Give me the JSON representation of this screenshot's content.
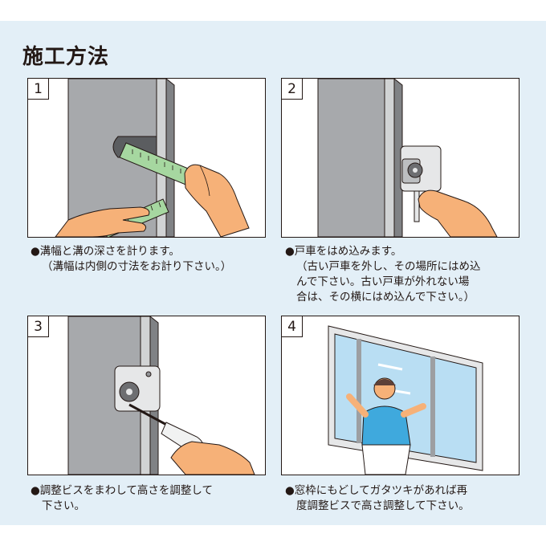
{
  "title": "施工方法",
  "steps": [
    {
      "number": "1",
      "lines": [
        "●溝幅と溝の深さを計ります。",
        "（溝幅は内側の寸法をお計り下さい。）"
      ]
    },
    {
      "number": "2",
      "lines": [
        "●戸車をはめ込みます。",
        "（古い戸車を外し、その場所にはめ込",
        "んで下さい。古い戸車が外れない場",
        "合は、その横にはめ込んで下さい。）"
      ]
    },
    {
      "number": "3",
      "lines": [
        "●調整ビスをまわして高さを調整して",
        "下さい。"
      ]
    },
    {
      "number": "4",
      "lines": [
        "●窓枠にもどしてガタツキがあれば再",
        "度調整ビスで高さ調整して下さい。"
      ]
    }
  ],
  "colors": {
    "background": "#e3eff7",
    "frame_gray": "#9d9fa2",
    "skin": "#f6b178",
    "ruler_green": "#a6d7a0",
    "glass_blue": "#b9def3",
    "shirt_blue": "#3fa9dd"
  }
}
